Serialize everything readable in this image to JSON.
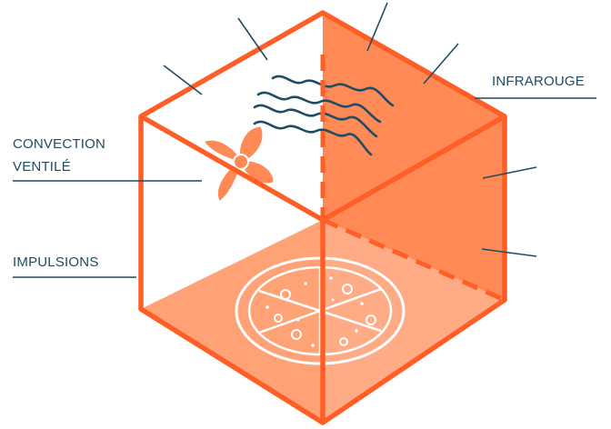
{
  "labels": {
    "convection_line1": "CONVECTION",
    "convection_line2": "VENTILÉ",
    "impulsions": "IMPULSIONS",
    "infrarouge": "INFRAROUGE"
  },
  "colors": {
    "orange": "#ff5f26",
    "orange_face": "#ff8a55",
    "peach_floor": "#ffac86",
    "navy": "#1f4b63",
    "white": "#ffffff"
  },
  "icons": [
    "fan-icon",
    "heat-wave-icon",
    "pizza-icon"
  ]
}
